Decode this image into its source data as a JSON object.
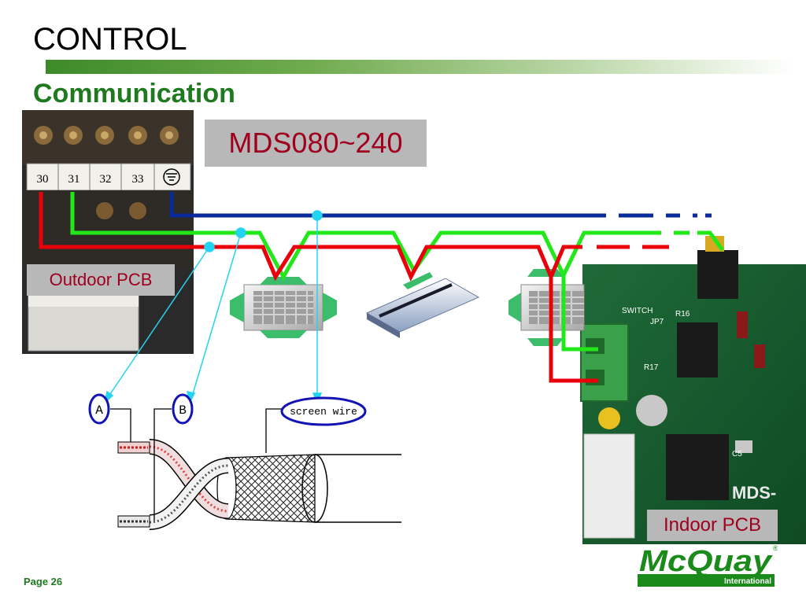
{
  "slide": {
    "title": "CONTROL",
    "subtitle": "Communication",
    "model": "MDS080~240",
    "page": "Page 26"
  },
  "labels": {
    "outdoor_pcb": "Outdoor PCB",
    "indoor_pcb": "Indoor PCB",
    "terminal_30": "30",
    "terminal_31": "31",
    "terminal_32": "32",
    "terminal_33": "33",
    "wire_a": "A",
    "wire_b": "B",
    "screen_wire": "screen wire",
    "pcb_switch": "SWITCH",
    "pcb_jp7": "JP7",
    "pcb_r16": "R16",
    "pcb_r17": "R17",
    "pcb_c5": "C5",
    "pcb_mds": "MDS-"
  },
  "logo": {
    "brand": "McQuay",
    "sub": "International",
    "mark": "®"
  },
  "colors": {
    "wire_red": "#e8000a",
    "wire_green": "#22e81a",
    "wire_blue": "#0a2a9a",
    "pointer": "#22d4f2",
    "title_green": "#1f7a1f",
    "label_red": "#a0001e"
  }
}
